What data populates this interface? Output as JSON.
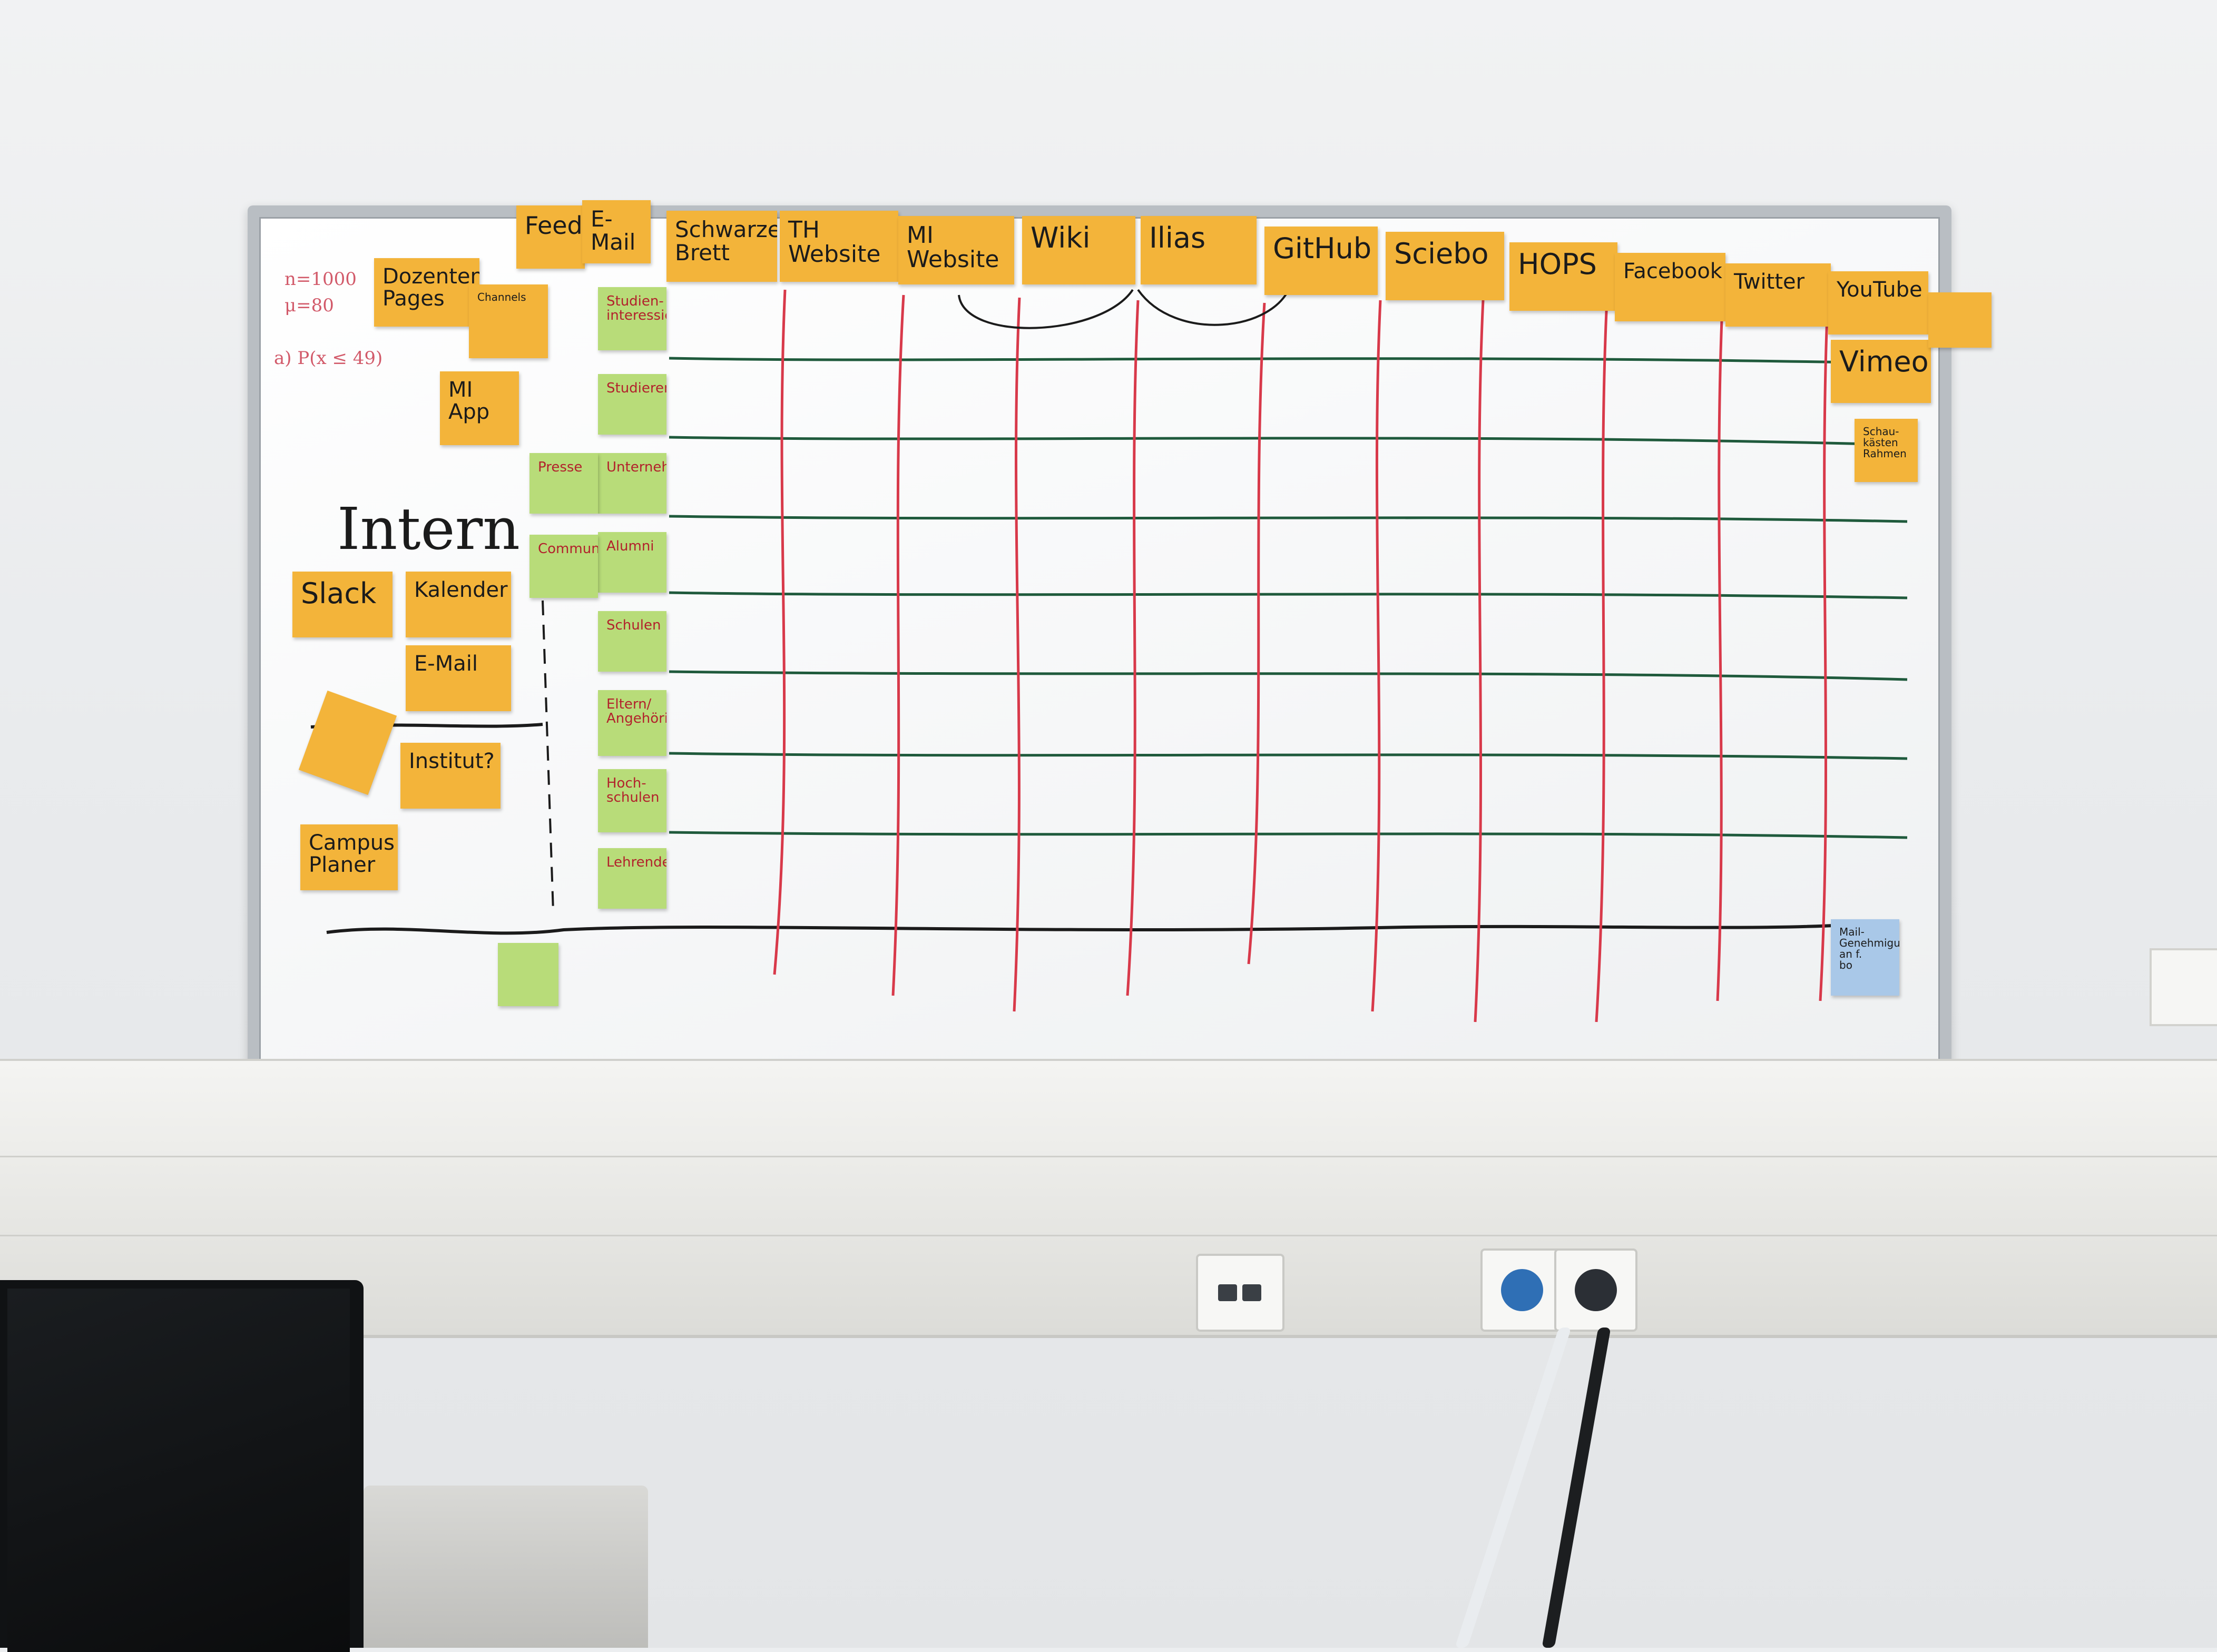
{
  "colors": {
    "sticky_yellow": "#f3b43a",
    "sticky_green": "#b8dc79",
    "sticky_blue": "#a9c8e8",
    "grid_red": "#d8394a",
    "grid_green": "#1f5a3c"
  },
  "header_notes": [
    {
      "label": "Feeds"
    },
    {
      "label": "E-Mail"
    },
    {
      "label": "Schwarzes\nBrett"
    },
    {
      "label": "TH Website"
    },
    {
      "label": "MI\nWebsite"
    },
    {
      "label": "Wiki"
    },
    {
      "label": "Ilias"
    },
    {
      "label": "GitHub"
    },
    {
      "label": "Sciebo"
    },
    {
      "label": "HOPS"
    },
    {
      "label": "Facebook"
    },
    {
      "label": "Twitter"
    },
    {
      "label": "YouTube"
    },
    {
      "label": "Vimeo"
    }
  ],
  "row_notes": [
    {
      "label": "Studien-\ninteressierte"
    },
    {
      "label": "Studierende"
    },
    {
      "label": "Unternehmen"
    },
    {
      "label": "Alumni"
    },
    {
      "label": "Schulen"
    },
    {
      "label": "Eltern/\nAngehörige"
    },
    {
      "label": "Hoch-\nschulen"
    },
    {
      "label": "Lehrende"
    }
  ],
  "side_notes": [
    {
      "label": "Dozenten\nPages"
    },
    {
      "label": "Channels"
    },
    {
      "label": "MI\nApp"
    },
    {
      "label": "Presse"
    },
    {
      "label": "Community"
    },
    {
      "label": "Slack"
    },
    {
      "label": "Kalender"
    },
    {
      "label": "E-Mail"
    },
    {
      "label": "Institut?"
    },
    {
      "label": "Campus\nPlaner"
    },
    {
      "label": "Schau-\nkästen\nRahmen"
    },
    {
      "label": "Mail-\nGenehmigung\nan f.\nbo"
    }
  ],
  "handwriting": {
    "intern": "Intern",
    "formula_n": "n=1000",
    "formula_mu": "μ=80",
    "formula_p": "a) P(x ≤ 49)"
  }
}
